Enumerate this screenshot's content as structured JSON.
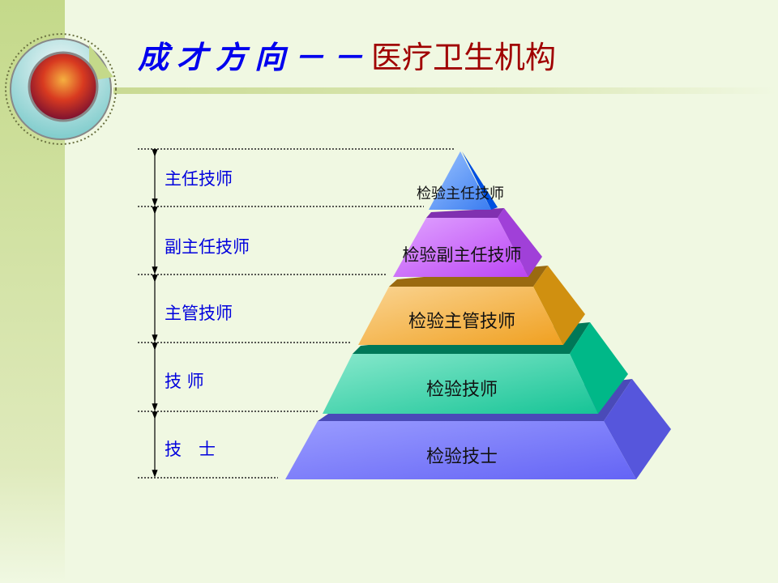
{
  "title": {
    "part1": "成才方向－－",
    "part2": "医疗卫生机构"
  },
  "levels": [
    "主任技师",
    "副主任技师",
    "主管技师",
    "技 师",
    "技　士"
  ],
  "pyramid": [
    "检验主任技师",
    "检验副主任技师",
    "检验主管技师",
    "检验技师",
    "检验技士"
  ],
  "colors": {
    "title_blue": "#0000ee",
    "title_red": "#a00000",
    "label_blue": "#0000dd"
  }
}
